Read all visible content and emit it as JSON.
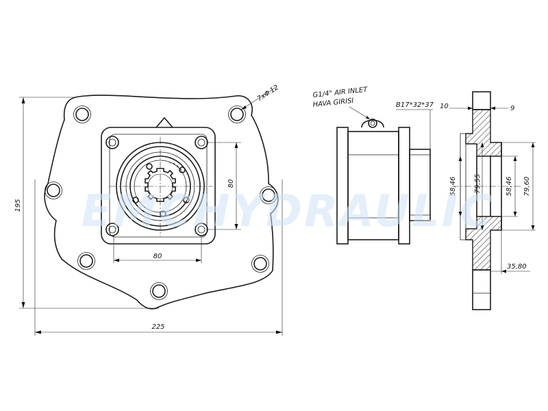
{
  "watermark": "EMCHYDRAULIC",
  "colors": {
    "line": "#1a1a1a",
    "hatch": "#555555",
    "watermark": "#cfe2f5",
    "background": "#ffffff"
  },
  "front_view": {
    "dim_width": "225",
    "dim_height": "195",
    "dim_square_h": "80",
    "dim_square_v": "80",
    "dim_holes": "7x",
    "dim_hole_symbol": "Φ",
    "dim_hole_size": "12"
  },
  "side_view": {
    "air_inlet_line1": "G1/4\" AIR INLET",
    "air_inlet_line2": "HAVA GIRISI",
    "spline": "B17*32*37"
  },
  "section_view": {
    "dim_10": "10",
    "dim_9": "9",
    "dim_58_46_left": "58,46",
    "dim_79_55": "79,55",
    "dim_58_46_right": "58,46",
    "dim_79_60": "79,60",
    "dim_35_80": "35,80"
  }
}
